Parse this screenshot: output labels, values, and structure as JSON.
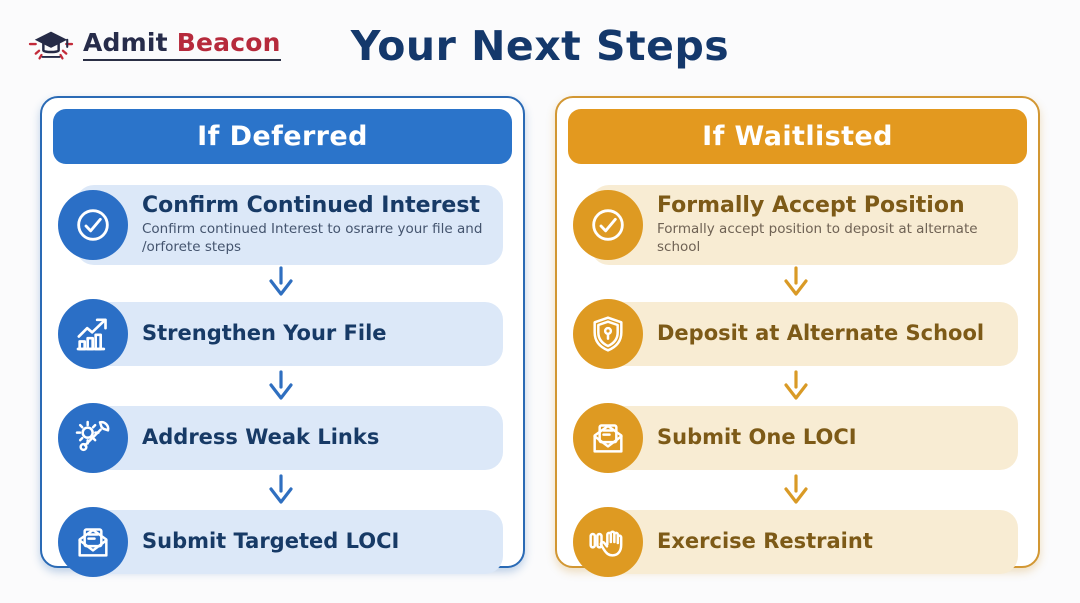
{
  "logo": {
    "brand_primary": "Admit",
    "brand_secondary": "Beacon"
  },
  "header": {
    "title": "Your Next Steps"
  },
  "panels": [
    {
      "id": "deferred",
      "header": "If Deferred",
      "accent_color": "#2b74ca",
      "card_tint": "#dce8f8",
      "title_color": "#173a66",
      "steps": [
        {
          "title": "Confirm Continued Interest",
          "subtitle": "Confirm continued Interest to osrarre your file and /orforete steps",
          "icon": "check-circle-icon"
        },
        {
          "title": "Strengthen Your File",
          "icon": "growth-chart-icon"
        },
        {
          "title": "Address Weak Links",
          "icon": "gear-wrench-icon"
        },
        {
          "title": "Submit Targeted LOCI",
          "icon": "envelope-letter-icon"
        }
      ]
    },
    {
      "id": "waitlisted",
      "header": "If Waitlisted",
      "accent_color": "#e3991f",
      "card_tint": "#f8ecd3",
      "title_color": "#7d5a17",
      "steps": [
        {
          "title": "Formally Accept Position",
          "subtitle": "Formally accept position to deposit at alternate school",
          "icon": "check-circle-icon"
        },
        {
          "title": "Deposit at Alternate School",
          "icon": "shield-lock-icon"
        },
        {
          "title": "Submit One LOCI",
          "icon": "envelope-letter-icon"
        },
        {
          "title": "Exercise Restraint",
          "icon": "hand-stop-icon"
        }
      ]
    }
  ]
}
